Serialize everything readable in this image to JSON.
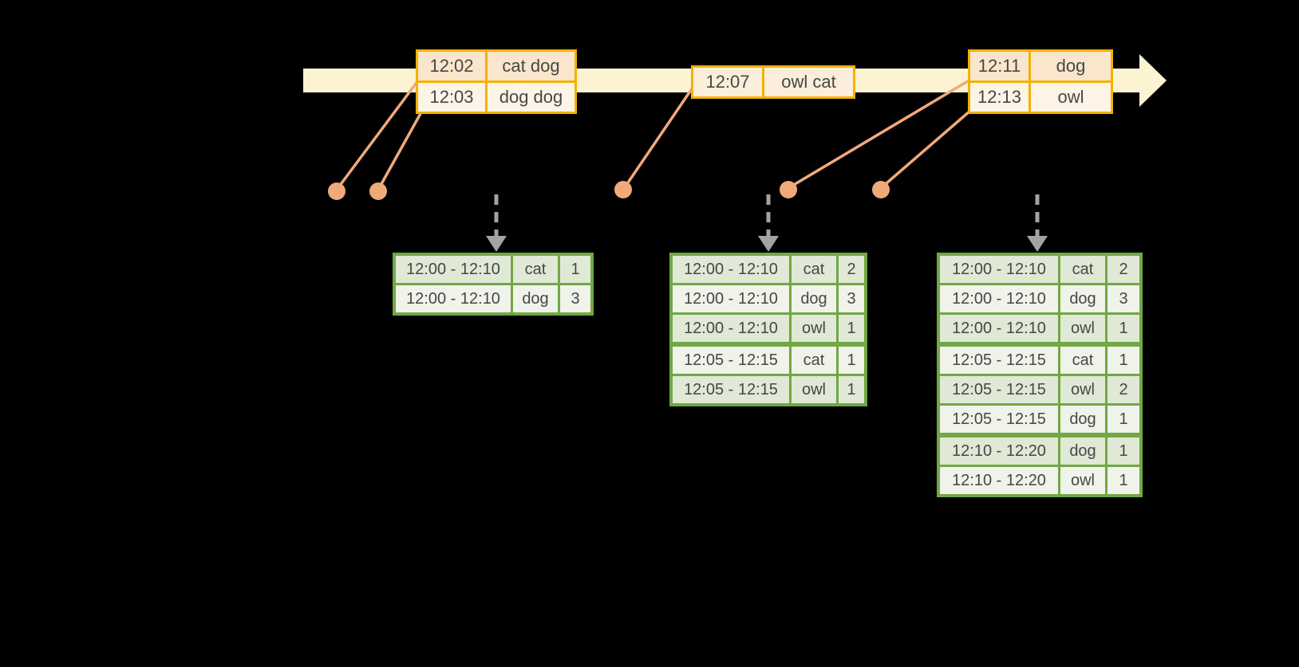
{
  "palette": {
    "background": "#000000",
    "timeline_fill": "#fcf3d2",
    "event_border": "#f3b101",
    "event_row_peach": "#fae5cd",
    "event_row_cream": "#fdf4e6",
    "event_single_bg": "#fbeedb",
    "connector": "#f0aa79",
    "arrow_gray": "#a3a3a3",
    "result_border": "#72a744",
    "result_row_dark": "#dfe9d5",
    "result_row_light": "#eff3ea",
    "text": "#474747"
  },
  "event_tables": [
    {
      "rows": [
        {
          "time": "12:02",
          "words": "cat dog"
        },
        {
          "time": "12:03",
          "words": "dog dog"
        }
      ]
    },
    {
      "rows": [
        {
          "time": "12:07",
          "words": "owl cat"
        }
      ]
    },
    {
      "rows": [
        {
          "time": "12:11",
          "words": "dog"
        },
        {
          "time": "12:13",
          "words": "owl"
        }
      ]
    }
  ],
  "result_tables": [
    {
      "rows": [
        {
          "window": "12:00 - 12:10",
          "word": "cat",
          "count": 1
        },
        {
          "window": "12:00 - 12:10",
          "word": "dog",
          "count": 3
        }
      ]
    },
    {
      "rows": [
        {
          "window": "12:00 - 12:10",
          "word": "cat",
          "count": 2
        },
        {
          "window": "12:00 - 12:10",
          "word": "dog",
          "count": 3
        },
        {
          "window": "12:00 - 12:10",
          "word": "owl",
          "count": 1
        },
        {
          "window": "12:05 - 12:15",
          "word": "cat",
          "count": 1
        },
        {
          "window": "12:05 - 12:15",
          "word": "owl",
          "count": 1
        }
      ]
    },
    {
      "rows": [
        {
          "window": "12:00 - 12:10",
          "word": "cat",
          "count": 2
        },
        {
          "window": "12:00 - 12:10",
          "word": "dog",
          "count": 3
        },
        {
          "window": "12:00 - 12:10",
          "word": "owl",
          "count": 1
        },
        {
          "window": "12:05 - 12:15",
          "word": "cat",
          "count": 1
        },
        {
          "window": "12:05 - 12:15",
          "word": "owl",
          "count": 2
        },
        {
          "window": "12:05 - 12:15",
          "word": "dog",
          "count": 1
        },
        {
          "window": "12:10 - 12:20",
          "word": "dog",
          "count": 1
        },
        {
          "window": "12:10 - 12:20",
          "word": "owl",
          "count": 1
        }
      ]
    }
  ]
}
